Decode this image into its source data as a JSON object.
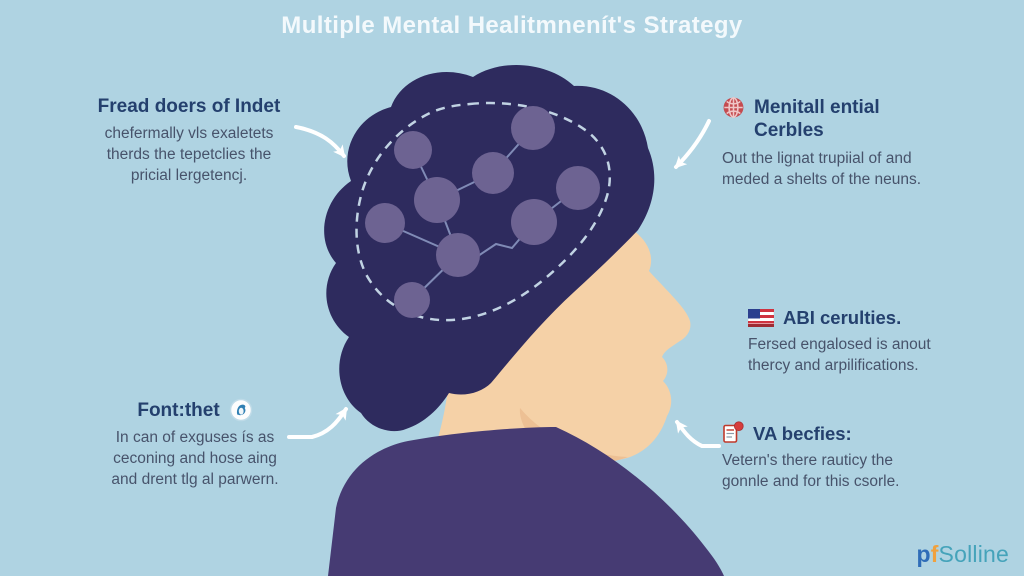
{
  "title": "Multiple Mental Healitmnenít's Strategy",
  "blocks": {
    "top_left": {
      "heading": "Fread doers of Indet",
      "body": [
        "chefermally vls exaletets",
        "therds the tepetclies the",
        "pricial lergetencj."
      ]
    },
    "top_right": {
      "icon": "red-globe-icon",
      "heading_lines": [
        "Menitall ential",
        "Cerbles"
      ],
      "body": [
        "Out the lignat trupiial of and",
        "meded a shelts of the neuns."
      ]
    },
    "mid_right": {
      "icon": "us-flag-icon",
      "heading": "ABI cerulties.",
      "body": [
        "Fersed engalosed is anout",
        "thercy and arpilifications."
      ]
    },
    "bottom_left": {
      "icon": "bird-badge-icon",
      "heading": "Font:thet",
      "body": [
        "In can of exguses ís as",
        "ceconing and hose aing",
        "and drent tlg al parwern."
      ]
    },
    "bottom_right": {
      "icon": "document-alert-icon",
      "heading": "VA becfies:",
      "body": [
        "Vetern's there rauticy the",
        "gonnle and for this csorle."
      ]
    }
  },
  "logo": {
    "p": "p",
    "f": "f",
    "name": "Solline"
  },
  "illustration": {
    "subject": "person-profile-with-brain-network",
    "brain_nodes": 9
  },
  "colors": {
    "background": "#afd3e2",
    "hair": "#2e2b5e",
    "skin": "#f5d1a7",
    "shirt": "#463b73",
    "brain_node": "#6d6392",
    "heading_text": "#24406e",
    "body_text": "#47536b",
    "title_text": "#f3f9fc",
    "arrow": "#ffffff",
    "logo_blue": "#2f6db8",
    "logo_orange": "#f0a13e",
    "logo_teal": "#45a3ba"
  }
}
